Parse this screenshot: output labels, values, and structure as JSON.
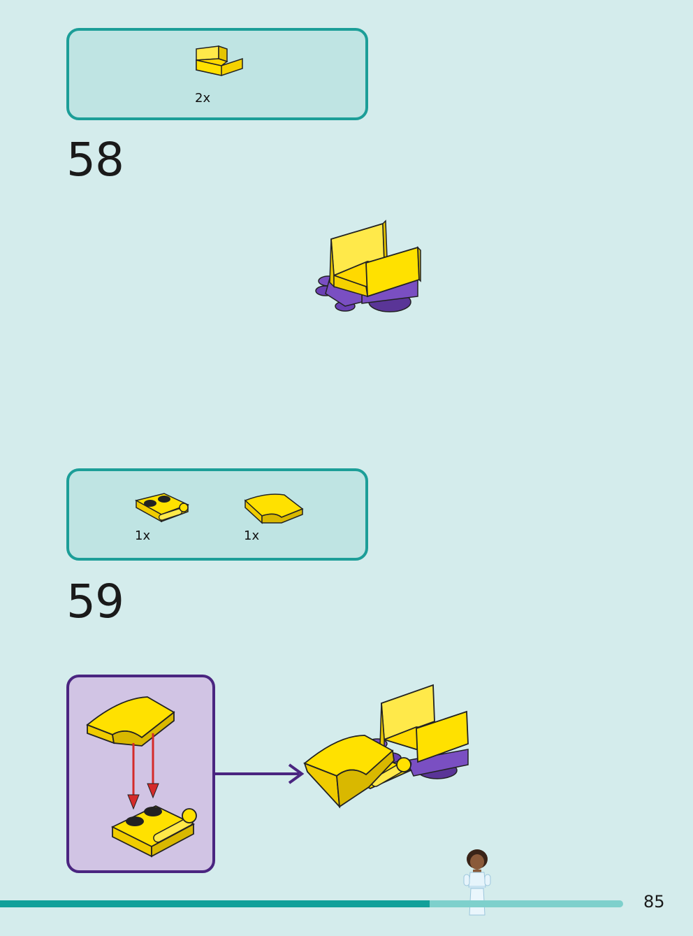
{
  "page_number": "85",
  "progress_fraction": 0.69,
  "steps": [
    {
      "number": "58",
      "parts": [
        {
          "icon": "yellow-bracket-plate-icon",
          "quantity": "2x"
        }
      ]
    },
    {
      "number": "59",
      "parts": [
        {
          "icon": "yellow-plate-with-handle-icon",
          "quantity": "1x"
        },
        {
          "icon": "yellow-curved-slope-icon",
          "quantity": "1x"
        }
      ]
    }
  ],
  "colors": {
    "background": "#d4ecec",
    "callout_border": "#1c9e98",
    "callout_fill": "#bfe4e3",
    "subassembly_border": "#4a2580",
    "subassembly_fill": "#d1c4e4",
    "brick_yellow": "#ffe100",
    "brick_purple": "#7a4fc2",
    "arrow_red": "#d42a2a",
    "arrow_purple": "#4a2580"
  }
}
